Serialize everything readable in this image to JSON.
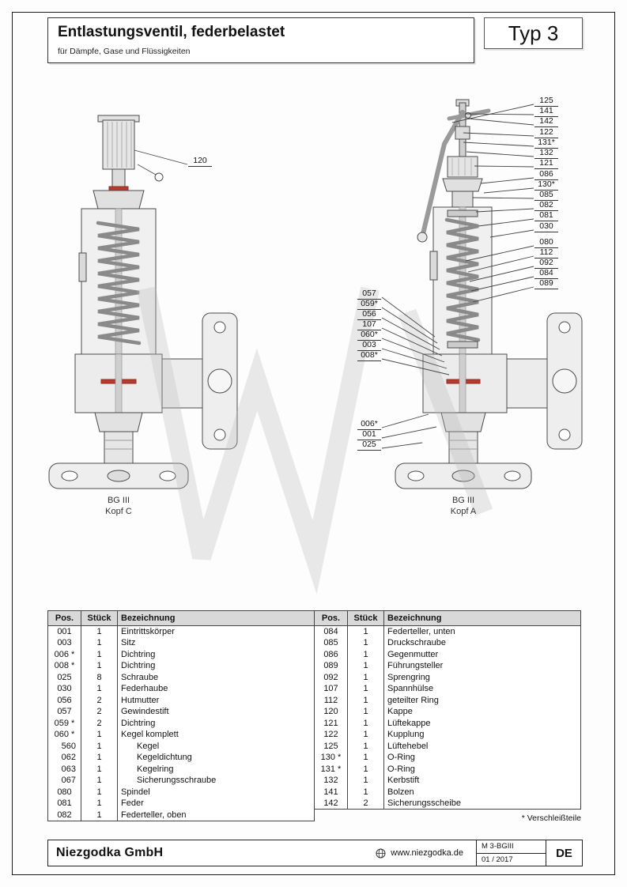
{
  "header": {
    "title": "Entlastungsventil, federbelastet",
    "subtitle": "für Dämpfe, Gase und Flüssigkeiten",
    "type_label": "Typ 3"
  },
  "drawings": {
    "left": {
      "caption_line1": "BG III",
      "caption_line2": "Kopf C",
      "callout": "120"
    },
    "right": {
      "caption_line1": "BG III",
      "caption_line2": "Kopf A",
      "callouts_right": [
        "125",
        "141",
        "142",
        "122",
        "131*",
        "132",
        "121",
        "086",
        "130*",
        "085",
        "082",
        "081",
        "030",
        "080",
        "112",
        "092",
        "084",
        "089"
      ],
      "callouts_left": [
        "057",
        "059*",
        "056",
        "107",
        "060*",
        "003",
        "008*"
      ],
      "callouts_lower": [
        "006*",
        "001",
        "025"
      ]
    }
  },
  "parts_table": {
    "headers": [
      "Pos.",
      "Stück",
      "Bezeichnung"
    ],
    "left_rows": [
      {
        "pos": "001",
        "qty": "1",
        "name": "Eintrittskörper"
      },
      {
        "pos": "003",
        "qty": "1",
        "name": "Sitz"
      },
      {
        "pos": "006 *",
        "qty": "1",
        "name": "Dichtring"
      },
      {
        "pos": "008 *",
        "qty": "1",
        "name": "Dichtring"
      },
      {
        "pos": "025",
        "qty": "8",
        "name": "Schraube"
      },
      {
        "pos": "030",
        "qty": "1",
        "name": "Federhaube"
      },
      {
        "pos": "056",
        "qty": "2",
        "name": "Hutmutter"
      },
      {
        "pos": "057",
        "qty": "2",
        "name": "Gewindestift"
      },
      {
        "pos": "059 *",
        "qty": "2",
        "name": "Dichtring"
      },
      {
        "pos": "060 *",
        "qty": "1",
        "name": "Kegel komplett"
      },
      {
        "pos": "560",
        "qty": "1",
        "name": "Kegel",
        "indent": true
      },
      {
        "pos": "062",
        "qty": "1",
        "name": "Kegeldichtung",
        "indent": true
      },
      {
        "pos": "063",
        "qty": "1",
        "name": "Kegelring",
        "indent": true
      },
      {
        "pos": "067",
        "qty": "1",
        "name": "Sicherungsschraube",
        "indent": true
      },
      {
        "pos": "080",
        "qty": "1",
        "name": "Spindel"
      },
      {
        "pos": "081",
        "qty": "1",
        "name": "Feder"
      },
      {
        "pos": "082",
        "qty": "1",
        "name": "Federteller, oben"
      }
    ],
    "right_rows": [
      {
        "pos": "084",
        "qty": "1",
        "name": "Federteller, unten"
      },
      {
        "pos": "085",
        "qty": "1",
        "name": "Druckschraube"
      },
      {
        "pos": "086",
        "qty": "1",
        "name": "Gegenmutter"
      },
      {
        "pos": "089",
        "qty": "1",
        "name": "Führungsteller"
      },
      {
        "pos": "092",
        "qty": "1",
        "name": "Sprengring"
      },
      {
        "pos": "107",
        "qty": "1",
        "name": "Spannhülse"
      },
      {
        "pos": "112",
        "qty": "1",
        "name": "geteilter Ring"
      },
      {
        "pos": "120",
        "qty": "1",
        "name": "Kappe"
      },
      {
        "pos": "121",
        "qty": "1",
        "name": "Lüftekappe"
      },
      {
        "pos": "122",
        "qty": "1",
        "name": "Kupplung"
      },
      {
        "pos": "125",
        "qty": "1",
        "name": "Lüftehebel"
      },
      {
        "pos": "130 *",
        "qty": "1",
        "name": "O-Ring"
      },
      {
        "pos": "131 *",
        "qty": "1",
        "name": "O-Ring"
      },
      {
        "pos": "132",
        "qty": "1",
        "name": "Kerbstift"
      },
      {
        "pos": "141",
        "qty": "1",
        "name": "Bolzen"
      },
      {
        "pos": "142",
        "qty": "2",
        "name": "Sicherungsscheibe"
      }
    ],
    "footnote": "* Verschleißteile"
  },
  "footer": {
    "company": "Niezgodka GmbH",
    "website": "www.niezgodka.de",
    "doc_code": "M 3-BGIII",
    "date": "01 / 2017",
    "lang": "DE"
  }
}
